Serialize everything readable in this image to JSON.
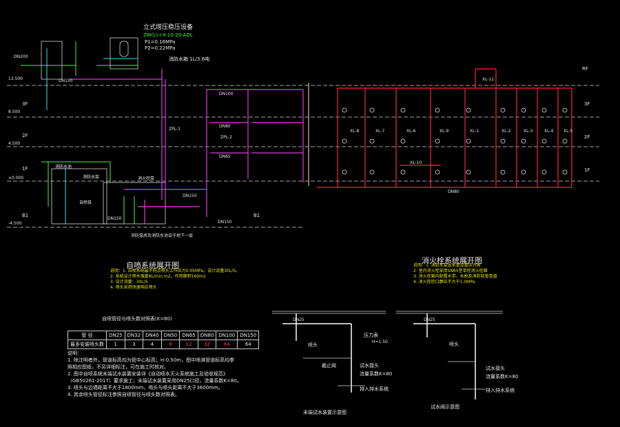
{
  "colors": {
    "red": "#ff2040",
    "magenta": "#e040e0",
    "green": "#40ff40",
    "cyan": "#40e0e0",
    "yellow": "#e6e600",
    "white": "#e8e8e8",
    "tan": "#d8c090"
  },
  "top": {
    "title": "立式增压稳压设备",
    "model": "ZW(L)-I-X-10-20-ADL",
    "p1": "P1=0.16MPa",
    "p2": "P2=0.22MPa",
    "pipe_label": "消防水箱  1L/3.6吨"
  },
  "floors": [
    {
      "name": "RF",
      "elev": "13.500"
    },
    {
      "name": "3F",
      "elev": "8.500"
    },
    {
      "name": "2F",
      "elev": "4.500"
    },
    {
      "name": "1F",
      "elev": "±0.000"
    },
    {
      "name": "B1",
      "elev": "-4.500"
    }
  ],
  "risers": [
    "ZPL-1",
    "ZPL-2",
    "XL-8",
    "XL-7",
    "XL-6",
    "XL-9",
    "XL-1",
    "XL-2",
    "XL-3",
    "XL-4",
    "XL-5",
    "XL-10",
    "XL-11"
  ],
  "pipe_sizes": [
    "DN150",
    "DN100",
    "DN80",
    "DN65",
    "DN150",
    "DN150",
    "DN80"
  ],
  "sprinkler_title": "自喷系统展开图",
  "hydrant_title": "消火栓系统展开图",
  "sprinkler_notes": [
    "说明：1. 自喷系统最不利点喷头工作压力0.05MPa，设计流量30L/S。",
    "2. 系统设计喷水强度8L/min.m2，作用面积160m2",
    "3. 设计流量：30L/S",
    "4. 喷头采用快速响应喷头"
  ],
  "hydrant_notes": [
    "说明：1. 消防水泵出水管设置压力表",
    "2. 室内消火栓采用SN65型单栓消火栓箱",
    "3. 消火栓箱内配置水带、水枪及消防软管卷盘",
    "4. 消火栓栓口静压不大于1.0MPa"
  ],
  "table": {
    "title": "自喷管径与喷头数对照表(K=80)",
    "header": [
      "管 径",
      "DN25",
      "DN32",
      "DN40",
      "DN50",
      "DN65",
      "DN80",
      "DN100",
      "DN150"
    ],
    "row": [
      "最多安装喷头数",
      "1",
      "3",
      "4",
      "8",
      "12",
      "32",
      "64",
      "64"
    ]
  },
  "notes_main": [
    "说明：",
    "1. 除注明者外，管道标高均为管中心标高；H-0.50m，图中喷淋管道标高均参",
    "   照相应图纸，不另详细标注，可在施工时核对。",
    "2. 图中自喷系统末端试水装置安装详《自动喷水灭火系统施工及验收规范》",
    "   （GB50261-2017）要求施工；末端试水装置采用DN25口径，流量系数K=80。",
    "3. 喷头与边墙距离不大于1800mm，喷头与喷头距离不大于3600mm。",
    "4. 其余喷头管径标注参照自喷管径与喷头数对照表。"
  ],
  "detail1": {
    "title": "末端试水装置示意图",
    "dn": "DN25",
    "labels": [
      "喷头",
      "压力表",
      "截止阀",
      "试水接头",
      "流量系数K=80",
      "排入排水系统",
      "H=1.50"
    ]
  },
  "detail2": {
    "title": "试水阀示意图",
    "dn": "DN25",
    "labels": [
      "喷头",
      "试水接头",
      "流量系数K=80",
      "排入排水系统"
    ]
  },
  "left_labels": [
    "消防水池",
    "消防水泵",
    "自喷泵",
    "消火栓泵",
    "DN200",
    "DN150"
  ],
  "bottom_note": "消防泵房及消防水池设于地下一层"
}
